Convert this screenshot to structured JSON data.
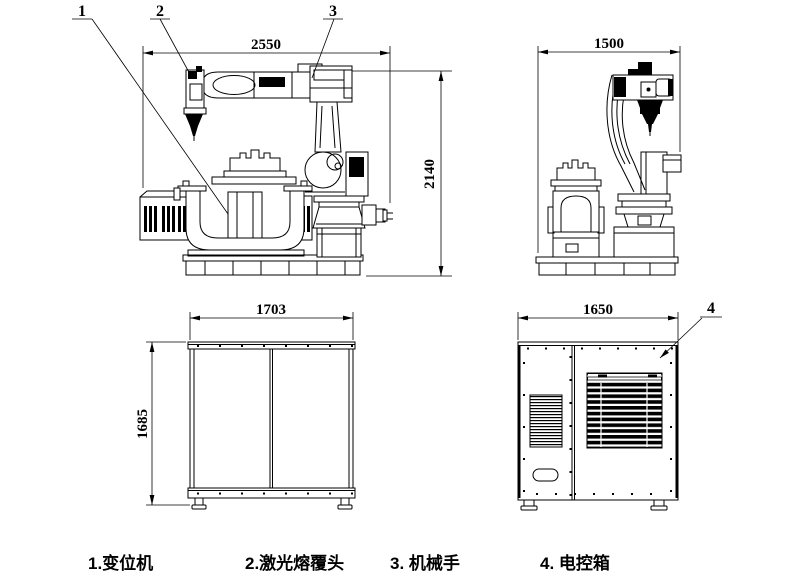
{
  "colors": {
    "line": "#000000",
    "background": "#ffffff"
  },
  "views": {
    "front": {
      "dim_width": "2550",
      "dim_height": "2140",
      "callouts": {
        "positioner": "1",
        "laser_head": "2",
        "robot": "3"
      }
    },
    "side": {
      "dim_width": "1500"
    },
    "cabinet": {
      "dim_width": "1703",
      "dim_height": "1685"
    },
    "control_box": {
      "dim_width": "1650",
      "callout": "4"
    }
  },
  "legend": {
    "items": [
      "1.变位机",
      "2.激光熔覆头",
      "3. 机械手",
      "4. 电控箱"
    ]
  }
}
